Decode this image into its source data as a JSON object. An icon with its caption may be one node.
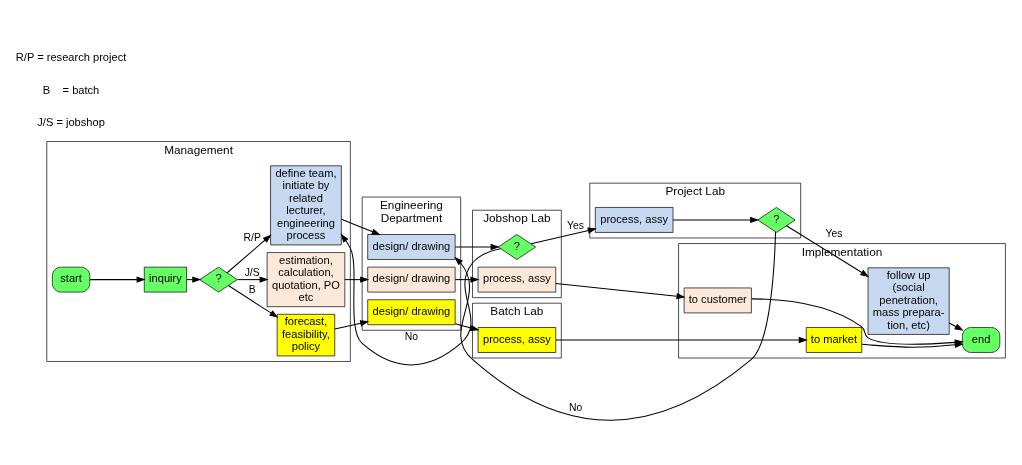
{
  "diagram": {
    "nodes": [
      {
        "text": [
          "Management"
        ]
      },
      {
        "text": [
          "Engineering Department"
        ]
      },
      {
        "text": [
          "Jobshop Lab"
        ]
      },
      {
        "text": [
          "Batch Lab"
        ]
      },
      {
        "text": [
          "Project Lab"
        ]
      },
      {
        "text": [
          "Implementation"
        ]
      },
      {
        "text": [
          "start"
        ],
        "in": 0
      },
      {
        "text": [
          "inquiry"
        ],
        "in": 0
      },
      {
        "text": [
          "?"
        ],
        "in": 0
      },
      {
        "text": [
          "estimation, calculation, quotation, PO etc"
        ],
        "in": 0
      },
      {
        "text": [
          "forecast, feasibility, policy"
        ],
        "in": 0
      },
      {
        "text": [
          "define team, initiate by related lecturer, engineering process"
        ],
        "in": 0
      },
      {
        "text": [
          "design/ drawing"
        ],
        "in": 1
      },
      {
        "text": [
          "design/ drawing"
        ],
        "in": 1
      },
      {
        "text": [
          "design/ drawing"
        ],
        "in": 1
      },
      {
        "text": [
          "process, assy"
        ],
        "in": 2
      },
      {
        "text": [
          "?"
        ],
        "in": 2
      },
      {
        "text": [
          "process, assy"
        ],
        "in": 3
      },
      {
        "text": [
          "process, assy"
        ],
        "in": 4
      },
      {
        "text": [
          "?"
        ],
        "in": 4
      },
      {
        "text": [
          "to customer"
        ],
        "in": 5
      },
      {
        "text": [
          "to market"
        ],
        "in": 5
      },
      {
        "text": [
          "follow up (social penetration, mass prepara- tion, etc)"
        ],
        "in": 5
      },
      {
        "text": [
          "end"
        ],
        "in": 5
      }
    ],
    "edges": [
      {
        "from": 6,
        "to": 7,
        "arrow": "to"
      },
      {
        "from": 7,
        "to": 8,
        "arrow": "to"
      },
      {
        "from": 8,
        "to": 9,
        "arrow": "to",
        "label": "J/S"
      },
      {
        "from": 8,
        "to": 10,
        "arrow": "to",
        "label": "B"
      },
      {
        "from": 8,
        "to": 11,
        "arrow": "to",
        "label": "R/P"
      },
      {
        "from": 9,
        "to": 12,
        "arrow": "to"
      },
      {
        "from": 12,
        "to": 15,
        "arrow": "to"
      },
      {
        "from": 15,
        "to": 20,
        "arrow": "to"
      },
      {
        "from": 10,
        "to": 13,
        "arrow": "to"
      },
      {
        "from": 13,
        "to": 17,
        "arrow": "to"
      },
      {
        "from": 17,
        "to": 21,
        "arrow": "to"
      },
      {
        "from": 11,
        "to": 14,
        "arrow": "to"
      },
      {
        "from": 14,
        "to": 16,
        "arrow": "to"
      },
      {
        "from": 16,
        "to": 11,
        "arrow": "to",
        "label": "No"
      },
      {
        "from": 16,
        "to": 18,
        "arrow": "to",
        "label": "Yes"
      },
      {
        "from": 18,
        "to": 19,
        "arrow": "to"
      },
      {
        "from": 19,
        "to": 14,
        "arrow": "to",
        "label": "No"
      },
      {
        "from": 19,
        "to": 22,
        "arrow": "to",
        "label": "Yes"
      },
      {
        "from": 20,
        "to": 23,
        "arrow": "to"
      },
      {
        "from": 21,
        "to": 23,
        "arrow": "to"
      },
      {
        "from": 22,
        "to": 23,
        "arrow": "to"
      }
    ],
    "labels": [
      "J/S = jobshop",
      "B    = batch",
      "R/P = research project"
    ]
  }
}
